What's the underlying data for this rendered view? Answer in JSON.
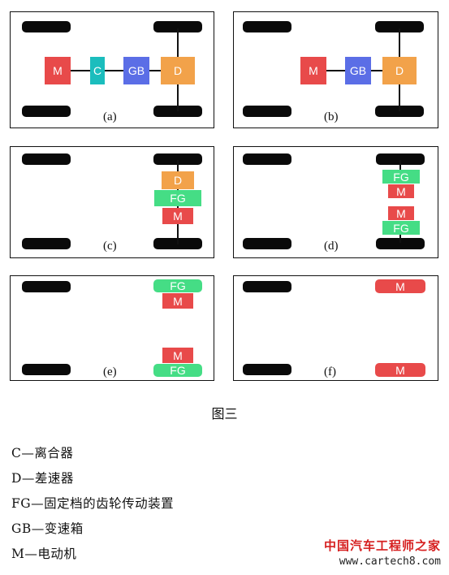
{
  "colors": {
    "motor": "#e84a4a",
    "clutch": "#1bbdbd",
    "gearbox": "#5b6ee6",
    "differential": "#f2a24a",
    "fixed_gear": "#45dd85"
  },
  "panels": {
    "a": {
      "label": "(a)",
      "m": "M",
      "c": "C",
      "gb": "GB",
      "d": "D"
    },
    "b": {
      "label": "(b)",
      "m": "M",
      "gb": "GB",
      "d": "D"
    },
    "c": {
      "label": "(c)",
      "d": "D",
      "fg": "FG",
      "m": "M"
    },
    "d": {
      "label": "(d)",
      "fg_top": "FG",
      "m_top": "M",
      "m_bottom": "M",
      "fg_bottom": "FG"
    },
    "e": {
      "label": "(e)",
      "fg_top": "FG",
      "m_top": "M",
      "m_bottom": "M",
      "fg_bottom": "FG"
    },
    "f": {
      "label": "(f)",
      "m_top": "M",
      "m_bottom": "M"
    }
  },
  "figure_title": "图三",
  "legend": [
    "C—离合器",
    "D—差速器",
    "FG—固定档的齿轮传动装置",
    "GB—变速箱",
    "M—电动机"
  ],
  "watermark": {
    "cn": "中国汽车工程师之家",
    "url": "www.cartech8.com"
  }
}
